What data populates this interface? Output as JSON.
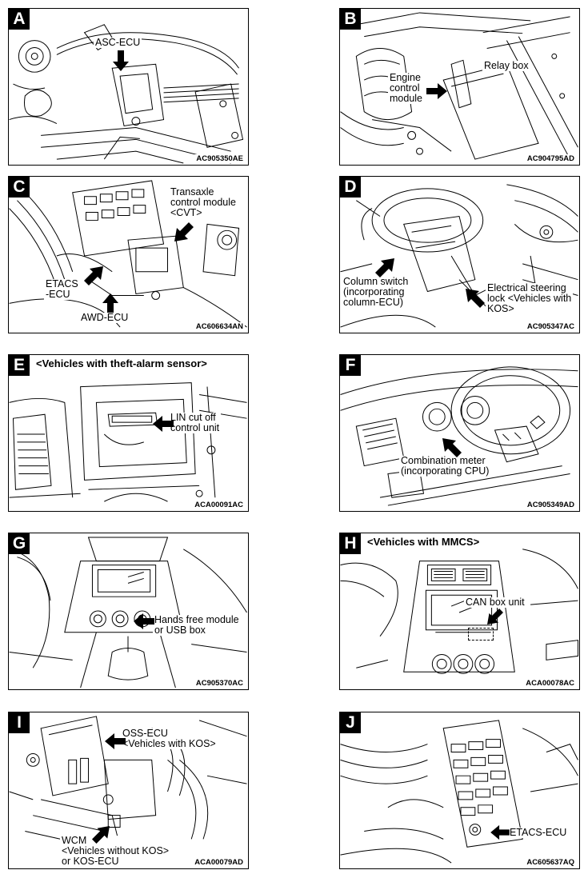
{
  "panels": {
    "A": {
      "letter": "A",
      "code": "AC905350AE",
      "labels": {
        "asc": [
          "ASC-ECU"
        ]
      }
    },
    "B": {
      "letter": "B",
      "code": "AC904795AD",
      "labels": {
        "ecm": [
          "Engine",
          "control",
          "module"
        ],
        "relay": [
          "Relay box"
        ]
      }
    },
    "C": {
      "letter": "C",
      "code": "AC606634AN",
      "labels": {
        "tcm": [
          "Transaxle",
          "control module",
          "<CVT>"
        ],
        "etacs": [
          "ETACS",
          "-ECU"
        ],
        "awd": [
          "AWD-ECU"
        ]
      }
    },
    "D": {
      "letter": "D",
      "code": "AC905347AC",
      "labels": {
        "column": [
          "Column switch",
          "(incorporating",
          "column-ECU)"
        ],
        "steering": [
          "Electrical steering",
          "lock <Vehicles with",
          "KOS>"
        ]
      }
    },
    "E": {
      "letter": "E",
      "header": "<Vehicles with theft-alarm sensor>",
      "code": "ACA00091AC",
      "labels": {
        "lin": [
          "LIN cut off",
          "control unit"
        ]
      }
    },
    "F": {
      "letter": "F",
      "code": "AC905349AD",
      "labels": {
        "meter": [
          "Combination meter",
          "(incorporating CPU)"
        ]
      }
    },
    "G": {
      "letter": "G",
      "code": "AC905370AC",
      "labels": {
        "hands": [
          "Hands free module",
          "or USB box"
        ]
      }
    },
    "H": {
      "letter": "H",
      "header": "<Vehicles with MMCS>",
      "code": "ACA00078AC",
      "labels": {
        "can": [
          "CAN box unit"
        ]
      }
    },
    "I": {
      "letter": "I",
      "code": "ACA00079AD",
      "labels": {
        "oss": [
          "OSS-ECU",
          "<Vehicles with KOS>"
        ],
        "wcm": [
          "WCM",
          "<Vehicles without KOS>",
          "or KOS-ECU"
        ]
      }
    },
    "J": {
      "letter": "J",
      "code": "AC605637AQ",
      "labels": {
        "etacs": [
          "ETACS-ECU"
        ]
      }
    }
  }
}
